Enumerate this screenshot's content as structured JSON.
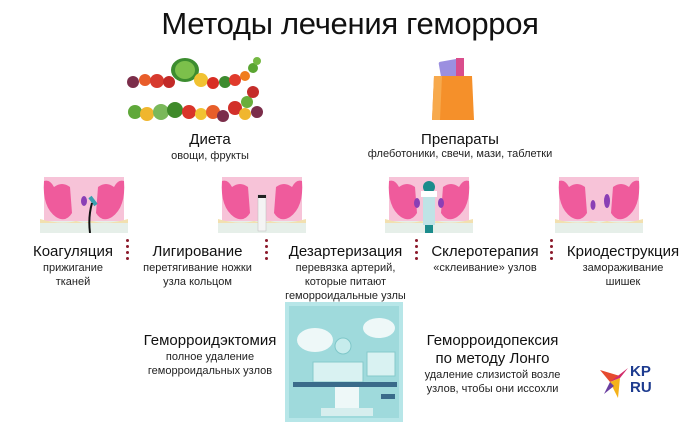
{
  "title": "Методы лечения геморроя",
  "top_methods": [
    {
      "label": "Диета",
      "sub": "овощи, фрукты",
      "icon": "vegetables-fruits-icon"
    },
    {
      "label": "Препараты",
      "sub": "флеботоники, свечи, мази, таблетки",
      "icon": "medicine-bag-icon"
    }
  ],
  "procedures": [
    {
      "label": "Коагуляция",
      "sub1": "прижигание",
      "sub2": "тканей",
      "icon": "coagulation-diagram-icon"
    },
    {
      "label": "Лигирование",
      "sub1": "перетягивание ножки",
      "sub2": "узла кольцом",
      "icon": "ligation-diagram-icon"
    },
    {
      "label": "Дезартеризация",
      "sub1": "перевязка артерий,",
      "sub2": "которые питают",
      "sub3": "геморроидальные узлы",
      "icon": "dearterialization-diagram-icon"
    },
    {
      "label": "Склеротерапия",
      "sub1": "«склеивание» узлов",
      "icon": "sclerotherapy-diagram-icon"
    },
    {
      "label": "Криодеструкция",
      "sub1": "замораживание",
      "sub2": "шишек",
      "icon": "cryodestruction-diagram-icon"
    }
  ],
  "surgery": [
    {
      "label": "Геморроидэктомия",
      "sub1": "полное удаление",
      "sub2": "геморроидальных узлов"
    },
    {
      "label1": "Геморроидопексия",
      "label2": "по методу Лонго",
      "sub1": "удаление слизистой возле",
      "sub2": "узлов, чтобы они иссохли"
    }
  ],
  "logo": {
    "line1": "KP",
    "line2": "RU"
  },
  "colors": {
    "divider": "#8b1a2b",
    "pink": "#ef5b9c",
    "tissue": "#f7c3d8",
    "teal": "#8fd4d6",
    "logo_blue": "#1d3b8f"
  }
}
